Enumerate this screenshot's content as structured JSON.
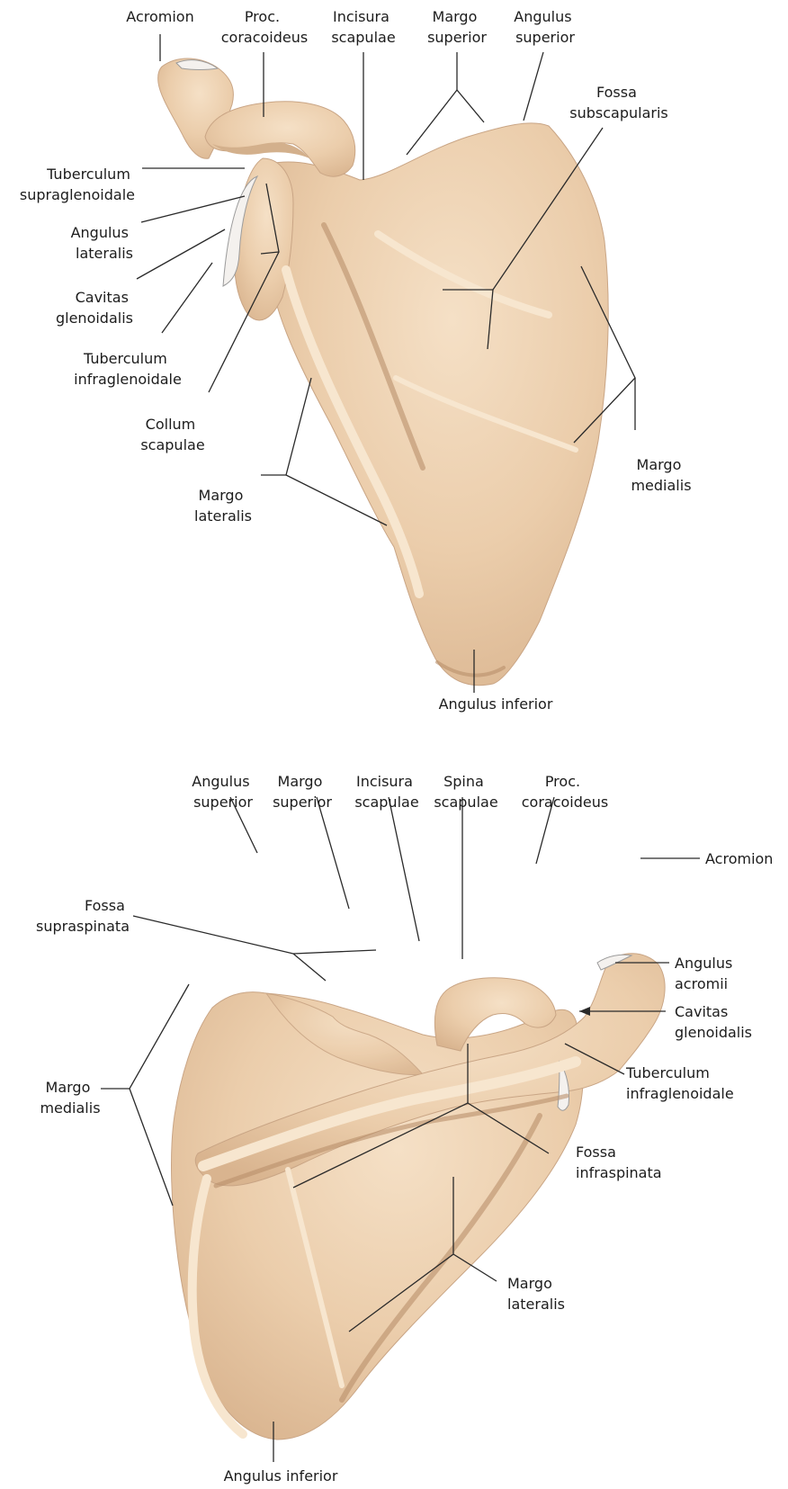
{
  "figure_top": {
    "labels": {
      "acromion": "Acromion",
      "proc_coracoideus": [
        "Proc.",
        "coracoideus"
      ],
      "incisura_scapulae": [
        "Incisura",
        "scapulae"
      ],
      "margo_superior": [
        "Margo",
        "superior"
      ],
      "angulus_superior": [
        "Angulus",
        "superior"
      ],
      "fossa_subscapularis": [
        "Fossa",
        "subscapularis"
      ],
      "tuberculum_supraglenoidale": [
        "Tuberculum",
        "supraglenoidale"
      ],
      "angulus_lateralis": [
        "Angulus",
        "lateralis"
      ],
      "cavitas_glenoidalis": [
        "Cavitas",
        "glenoidalis"
      ],
      "tuberculum_infraglenoidale": [
        "Tuberculum",
        "infraglenoidale"
      ],
      "collum_scapulae": [
        "Collum",
        "scapulae"
      ],
      "margo_lateralis": [
        "Margo",
        "lateralis"
      ],
      "margo_medialis": [
        "Margo",
        "medialis"
      ],
      "angulus_inferior": "Angulus inferior"
    }
  },
  "figure_bottom": {
    "labels": {
      "angulus_superior": [
        "Angulus",
        "superior"
      ],
      "margo_superior": [
        "Margo",
        "superior"
      ],
      "incisura_scapulae": [
        "Incisura",
        "scapulae"
      ],
      "spina_scapulae": [
        "Spina",
        "scapulae"
      ],
      "proc_coracoideus": [
        "Proc.",
        "coracoideus"
      ],
      "acromion": "Acromion",
      "fossa_supraspinata": [
        "Fossa",
        "supraspinata"
      ],
      "angulus_acromii": [
        "Angulus",
        "acromii"
      ],
      "cavitas_glenoidalis": [
        "Cavitas",
        "glenoidalis"
      ],
      "tuberculum_infraglenoidale": [
        "Tuberculum",
        "infraglenoidale"
      ],
      "margo_medialis": [
        "Margo",
        "medialis"
      ],
      "fossa_infraspinata": [
        "Fossa",
        "infraspinata"
      ],
      "margo_lateralis": [
        "Margo",
        "lateralis"
      ],
      "angulus_inferior": "Angulus inferior"
    }
  },
  "colors": {
    "bone_light": "#f3dcc0",
    "bone_mid": "#e8c9a6",
    "bone_dark": "#cfa782",
    "line": "#2a2a2a"
  }
}
